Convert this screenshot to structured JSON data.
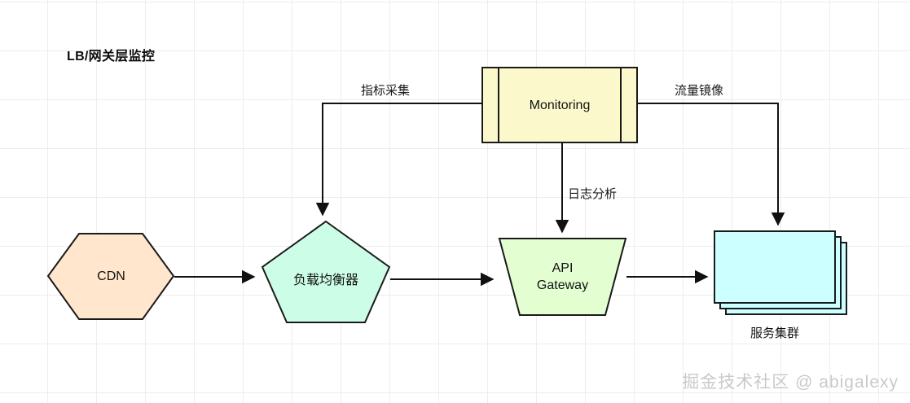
{
  "diagram": {
    "title": "LB/网关层监控",
    "watermark": "掘金技术社区 @ abigalexy",
    "colors": {
      "cdn_fill": "#ffe6cc",
      "lb_fill": "#ccfde6",
      "monitoring_fill": "#fbf8cc",
      "gateway_fill": "#e3ffd1",
      "cluster_fill": "#ccffff",
      "stroke": "#1a1a1a",
      "grid": "#ededed",
      "watermark": "#c9c9c9"
    },
    "nodes": [
      {
        "id": "cdn",
        "label": "CDN",
        "shape": "hexagon",
        "fill": "#ffe6cc"
      },
      {
        "id": "load-balancer",
        "label": "负载均衡器",
        "shape": "pentagon",
        "fill": "#ccfde6"
      },
      {
        "id": "monitoring",
        "label": "Monitoring",
        "shape": "subroutine",
        "fill": "#fbf8cc"
      },
      {
        "id": "api-gateway",
        "label": "API\nGateway",
        "shape": "trapezoid",
        "fill": "#e3ffd1"
      },
      {
        "id": "service-cluster",
        "label": "服务集群",
        "shape": "stacked-rect",
        "fill": "#ccffff"
      }
    ],
    "edges": [
      {
        "id": "cdn-to-lb",
        "from": "cdn",
        "to": "load-balancer",
        "label": ""
      },
      {
        "id": "lb-to-gateway",
        "from": "load-balancer",
        "to": "api-gateway",
        "label": ""
      },
      {
        "id": "gateway-to-cluster",
        "from": "api-gateway",
        "to": "service-cluster",
        "label": ""
      },
      {
        "id": "monitoring-to-lb",
        "from": "monitoring",
        "to": "load-balancer",
        "label": "指标采集"
      },
      {
        "id": "monitoring-to-cluster",
        "from": "monitoring",
        "to": "service-cluster",
        "label": "流量镜像"
      },
      {
        "id": "monitoring-to-gateway",
        "from": "monitoring",
        "to": "api-gateway",
        "label": "日志分析"
      }
    ]
  }
}
